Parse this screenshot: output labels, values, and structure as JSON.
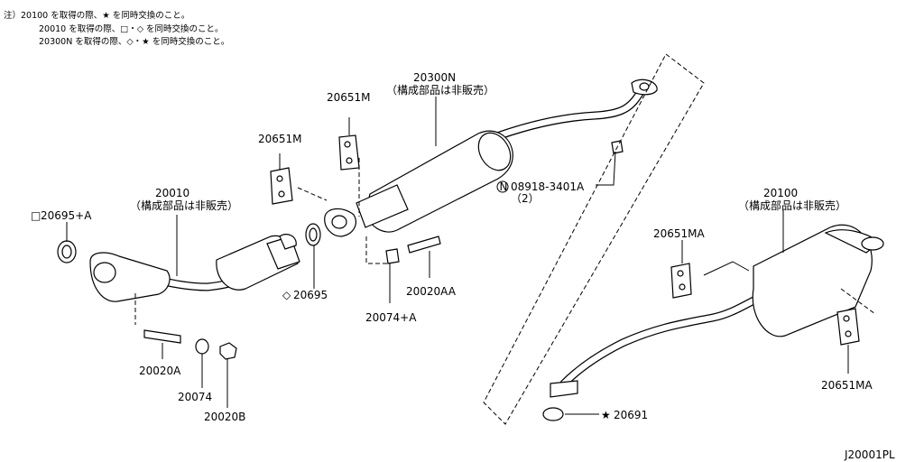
{
  "notes": [
    "注）20100 を取得の際、★ を同時交換のこと。",
    "20010 を取得の際、□・◇ を同時交換のこと。",
    "20300N を取得の際、◇・★ を同時交換のこと。"
  ],
  "labels": {
    "p20300n": "20300N",
    "p20300n_sub": "（構成部品は非販売）",
    "p20651m_a": "20651M",
    "p20651m_b": "20651M",
    "p08918": "08918-3401A",
    "p08918_qty": "（2）",
    "p20010": "20010",
    "p20010_sub": "（構成部品は非販売）",
    "p20695a": "20695+A",
    "p20695": "20695",
    "p20020aa": "20020AA",
    "p20074a": "20074+A",
    "p20020a": "20020A",
    "p20074": "20074",
    "p20020b": "20020B",
    "p20100": "20100",
    "p20100_sub": "（構成部品は非販売）",
    "p20651ma_a": "20651MA",
    "p20651ma_b": "20651MA",
    "p20691": "20691",
    "diagram_id": "J20001PL"
  },
  "symbols": {
    "square": "□",
    "diamond": "◇",
    "star": "★",
    "circled_n": "N"
  }
}
